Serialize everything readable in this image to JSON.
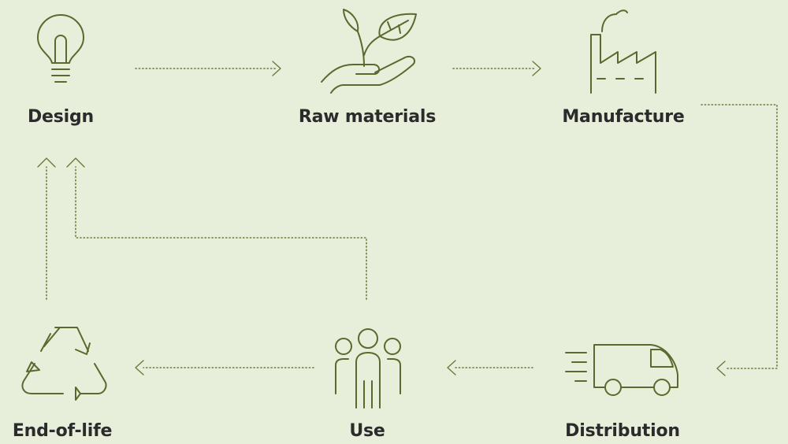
{
  "stages": {
    "design": {
      "label": "Design",
      "icon": "lightbulb-icon"
    },
    "raw_materials": {
      "label": "Raw materials",
      "icon": "plant-in-hand-icon"
    },
    "manufacture": {
      "label": "Manufacture",
      "icon": "factory-icon"
    },
    "distribution": {
      "label": "Distribution",
      "icon": "delivery-van-icon"
    },
    "use": {
      "label": "Use",
      "icon": "people-group-icon"
    },
    "end_of_life": {
      "label": "End-of-life",
      "icon": "recycle-icon"
    }
  },
  "colors": {
    "background": "#e7eed9",
    "icon_stroke": "#5a6a2f",
    "connector": "#6b7a3a",
    "label_text": "#2b2b2b"
  }
}
